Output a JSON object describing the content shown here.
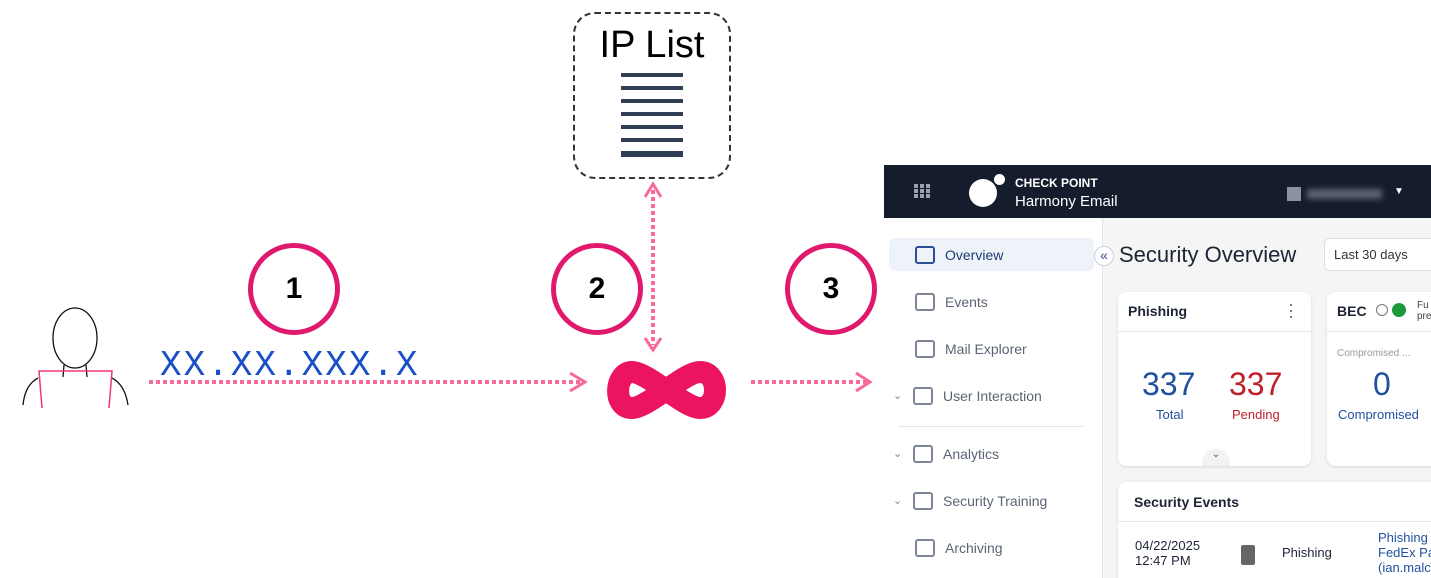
{
  "diagram": {
    "ip_list_title": "IP List",
    "ip_address": "XX.XX.XXX.X",
    "steps": [
      "1",
      "2",
      "3"
    ],
    "colors": {
      "accent": "#e0196e",
      "arrow": "#f76a9a",
      "ip_text": "#1a4fc9"
    }
  },
  "app": {
    "brand_top": "CHECK POINT",
    "brand_name": "Harmony Email",
    "sidebar": [
      {
        "label": "Overview",
        "icon": "overview-icon"
      },
      {
        "label": "Events",
        "icon": "calendar-icon"
      },
      {
        "label": "Mail Explorer",
        "icon": "mail-search-icon"
      },
      {
        "label": "User Interaction",
        "icon": "user-interaction-icon"
      },
      {
        "label": "Analytics",
        "icon": "analytics-icon"
      },
      {
        "label": "Security Training",
        "icon": "trophy-icon"
      },
      {
        "label": "Archiving",
        "icon": "archive-icon"
      }
    ],
    "page_title": "Security Overview",
    "date_range": "Last 30 days",
    "phishing": {
      "title": "Phishing",
      "total": "337",
      "total_label": "Total",
      "pending": "337",
      "pending_label": "Pending"
    },
    "bec": {
      "title": "BEC",
      "side_text": "Fu pre",
      "sub": "Compromised ...",
      "value": "0",
      "value_label": "Compromised"
    },
    "events": {
      "title": "Security Events",
      "row": {
        "date": "04/22/2025",
        "time": "12:47 PM",
        "type": "Phishing",
        "desc1": "Phishing",
        "desc2": "FedEx Pa",
        "desc3": "(ian.malc"
      }
    }
  }
}
